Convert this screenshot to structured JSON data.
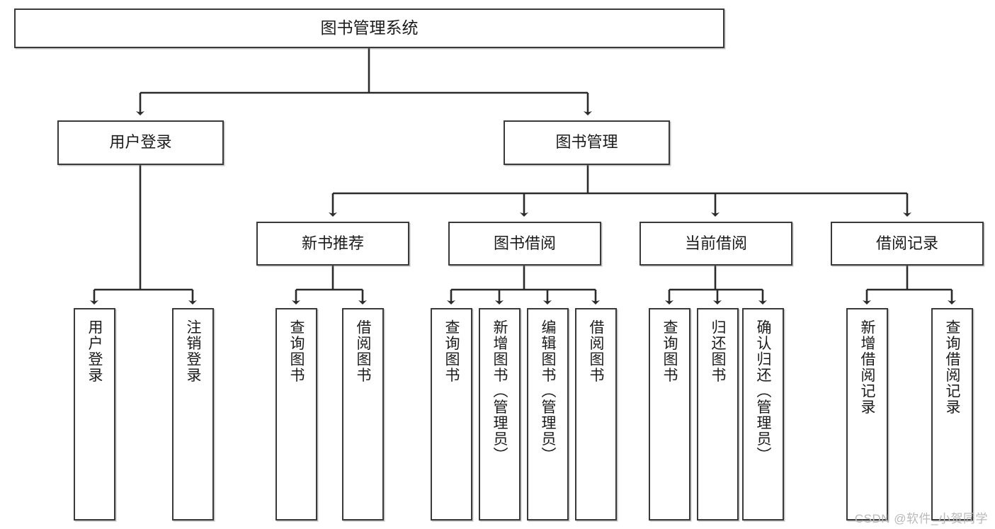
{
  "diagram": {
    "title": "图书管理系统",
    "type": "hierarchy-tree",
    "orientation": "top-down",
    "style": {
      "box_border_color": "#3a3a3a",
      "box_fill_color": "#ffffff",
      "edge_color": "#2b2b2b",
      "text_color": "#1b1b1b",
      "background_color": "#ffffff"
    },
    "levels": 4,
    "nodes": {
      "root": {
        "label": "图书管理系统",
        "level": 1
      },
      "level2": [
        {
          "id": "user-login",
          "label": "用户登录"
        },
        {
          "id": "book-manage",
          "label": "图书管理"
        }
      ],
      "level3": [
        {
          "id": "new-book-recommend",
          "label": "新书推荐",
          "parent": "book-manage"
        },
        {
          "id": "book-borrow",
          "label": "图书借阅",
          "parent": "book-manage"
        },
        {
          "id": "current-borrow",
          "label": "当前借阅",
          "parent": "book-manage"
        },
        {
          "id": "borrow-record",
          "label": "借阅记录",
          "parent": "book-manage"
        }
      ],
      "leaves": [
        {
          "id": "leaf-user-login",
          "label": "用户登录",
          "parent": "user-login"
        },
        {
          "id": "leaf-logout",
          "label": "注销登录",
          "parent": "user-login"
        },
        {
          "id": "leaf-query-book-1",
          "label": "查询图书",
          "parent": "new-book-recommend"
        },
        {
          "id": "leaf-borrow-book-1",
          "label": "借阅图书",
          "parent": "new-book-recommend"
        },
        {
          "id": "leaf-query-book-2",
          "label": "查询图书",
          "parent": "book-borrow"
        },
        {
          "id": "leaf-add-book",
          "label": "新增图书（管理员）",
          "parent": "book-borrow"
        },
        {
          "id": "leaf-edit-book",
          "label": "编辑图书（管理员）",
          "parent": "book-borrow"
        },
        {
          "id": "leaf-borrow-book-2",
          "label": "借阅图书",
          "parent": "book-borrow"
        },
        {
          "id": "leaf-query-book-3",
          "label": "查询图书",
          "parent": "current-borrow"
        },
        {
          "id": "leaf-return-book",
          "label": "归还图书",
          "parent": "current-borrow"
        },
        {
          "id": "leaf-confirm-return",
          "label": "确认归还（管理员）",
          "parent": "current-borrow"
        },
        {
          "id": "leaf-add-record",
          "label": "新增借阅记录",
          "parent": "borrow-record"
        },
        {
          "id": "leaf-query-record",
          "label": "查询借阅记录",
          "parent": "borrow-record"
        }
      ]
    }
  },
  "watermark": {
    "text": "CSDN @软件_小贺同学"
  }
}
